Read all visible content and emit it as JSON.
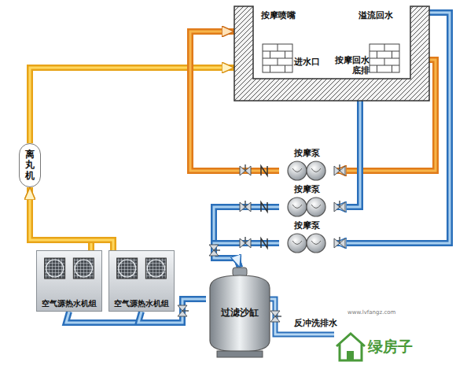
{
  "diagram": {
    "nodes": [
      {
        "text": [
          "按摩喷嘴",
          "溢流回水",
          "进水口",
          "按摩回水 底排"
        ]
      },
      {
        "text": [
          "离丸机"
        ]
      },
      {
        "text": [
          "按摩泵"
        ]
      },
      {
        "text": [
          "按摩泵"
        ]
      },
      {
        "text": [
          "按摩泵"
        ]
      },
      {
        "text": [
          "空气源热水机组"
        ]
      },
      {
        "text": [
          "空气源热水机组"
        ]
      },
      {
        "text": [
          "过滤沙缸"
        ]
      }
    ],
    "edges": [
      {
        "from": 5,
        "to": 1,
        "arrow": "to"
      },
      {
        "from": 6,
        "to": 1,
        "arrow": "to"
      },
      {
        "from": 1,
        "to": 0,
        "arrow": "to"
      },
      {
        "from": 2,
        "to": 0,
        "arrow": "to"
      },
      {
        "from": 0,
        "to": 2,
        "arrow": "to"
      },
      {
        "from": 0,
        "to": 3,
        "arrow": "to"
      },
      {
        "from": 0,
        "to": 4,
        "arrow": "to"
      },
      {
        "from": 3,
        "to": 7,
        "arrow": "to"
      },
      {
        "from": 4,
        "to": 7,
        "arrow": "to"
      },
      {
        "from": 7,
        "to": 5,
        "arrow": "none"
      },
      {
        "from": 7,
        "to": 6,
        "arrow": "none"
      }
    ],
    "labels": [
      "反冲洗排水",
      "www.lvfangz.com",
      "绿房子"
    ]
  }
}
